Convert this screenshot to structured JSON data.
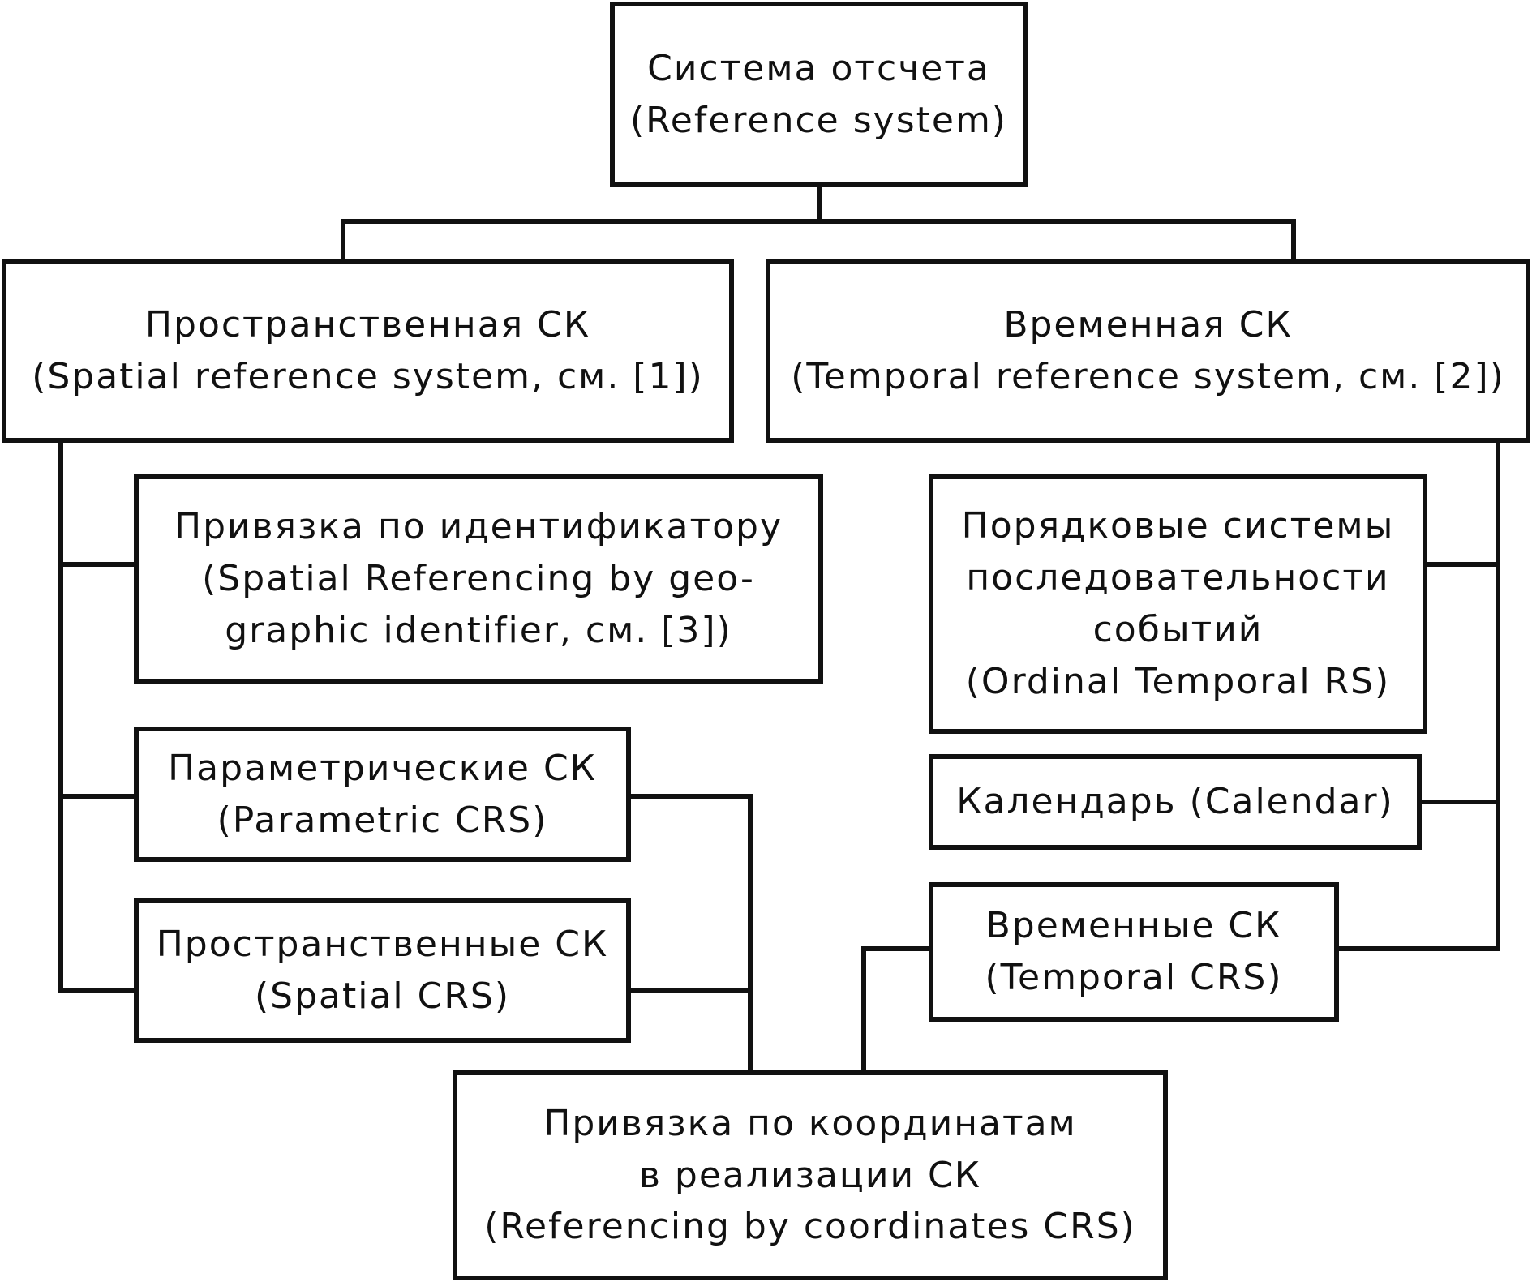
{
  "diagram": {
    "root": {
      "line1": "Система отсчета",
      "line2": "(Reference system)"
    },
    "spatial_rs": {
      "line1": "Пространственная СК",
      "line2": "(Spatial reference system, см. [1])"
    },
    "temporal_rs": {
      "line1": "Временная СК",
      "line2": "(Temporal reference system, см. [2])"
    },
    "geo_identifier": {
      "line1": "Привязка по  идентификатору",
      "line2": "(Spatial Referencing by geo-",
      "line3": "graphic identifier, см. [3])"
    },
    "parametric_crs": {
      "line1": "Параметрические СК",
      "line2": "(Parametric CRS)"
    },
    "spatial_crs": {
      "line1": "Пространственные СК",
      "line2": "(Spatial CRS)"
    },
    "ordinal_temporal": {
      "line1": "Порядковые системы",
      "line2": "последовательности",
      "line3": "событий",
      "line4": "(Ordinal Temporal RS)"
    },
    "calendar": {
      "line1": "Календарь (Calendar)"
    },
    "temporal_crs": {
      "line1": "Временные СК",
      "line2": "(Temporal CRS)"
    },
    "coordinates_ref": {
      "line1": "Привязка по координатам",
      "line2": "в реализации СК",
      "line3": "(Referencing by coordinates CRS)"
    }
  }
}
